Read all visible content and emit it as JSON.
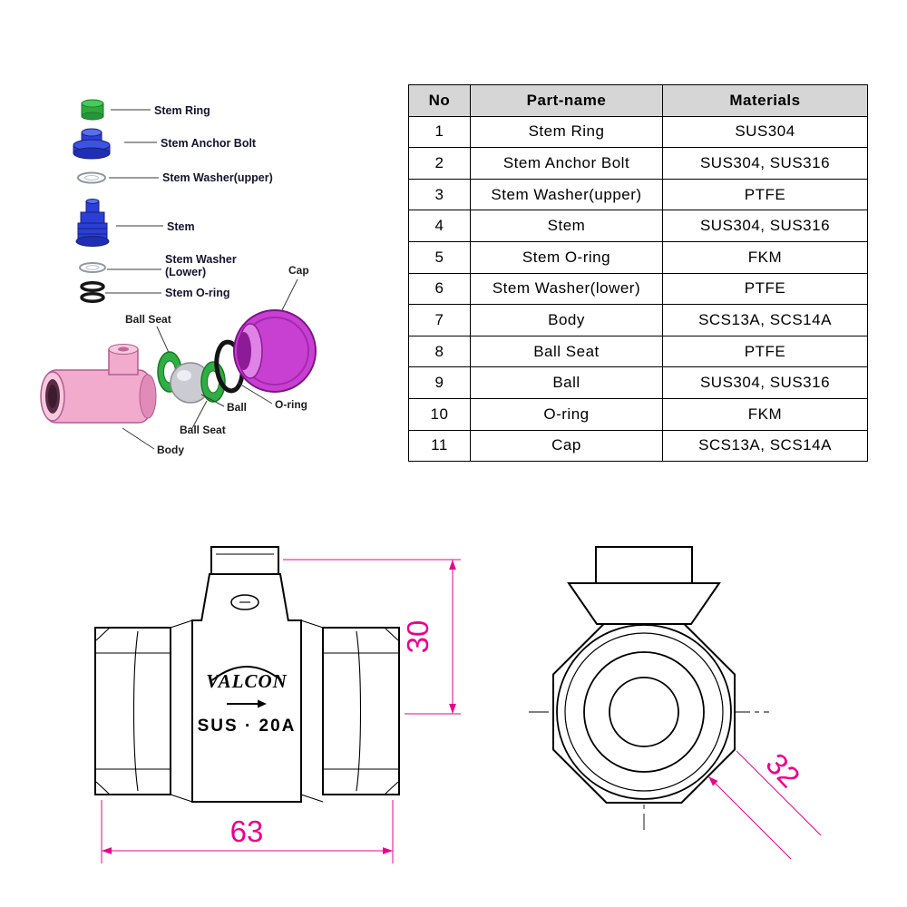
{
  "exploded": {
    "labels": {
      "stem_ring": "Stem Ring",
      "stem_anchor_bolt": "Stem Anchor Bolt",
      "stem_washer_upper": "Stem Washer(upper)",
      "stem": "Stem",
      "stem_washer_lower_1": "Stem Washer",
      "stem_washer_lower_2": "(Lower)",
      "stem_oring": "Stem O-ring",
      "ball_seat_top": "Ball Seat",
      "cap": "Cap",
      "ball": "Ball",
      "oring": "O-ring",
      "ball_seat_bottom": "Ball Seat",
      "body": "Body"
    },
    "colors": {
      "green": "#2ea83c",
      "blue": "#2b3fd6",
      "cap_magenta": "#c840d2",
      "body_pink": "#f2abcd",
      "ball_gray": "#cbccd1",
      "oring_black": "#151515"
    }
  },
  "table": {
    "headers": [
      "No",
      "Part-name",
      "Materials"
    ],
    "rows": [
      {
        "no": "1",
        "part": "Stem Ring",
        "material": "SUS304"
      },
      {
        "no": "2",
        "part": "Stem Anchor Bolt",
        "material": "SUS304, SUS316"
      },
      {
        "no": "3",
        "part": "Stem Washer(upper)",
        "material": "PTFE"
      },
      {
        "no": "4",
        "part": "Stem",
        "material": "SUS304, SUS316"
      },
      {
        "no": "5",
        "part": "Stem O-ring",
        "material": "FKM"
      },
      {
        "no": "6",
        "part": "Stem Washer(lower)",
        "material": "PTFE"
      },
      {
        "no": "7",
        "part": "Body",
        "material": "SCS13A, SCS14A"
      },
      {
        "no": "8",
        "part": "Ball Seat",
        "material": "PTFE"
      },
      {
        "no": "9",
        "part": "Ball",
        "material": "SUS304, SUS316"
      },
      {
        "no": "10",
        "part": "O-ring",
        "material": "FKM"
      },
      {
        "no": "11",
        "part": "Cap",
        "material": "SCS13A, SCS14A"
      }
    ]
  },
  "drawing": {
    "logo": "VALCON",
    "model": "SUS · 20A",
    "dim_height": "30",
    "dim_length": "63",
    "dim_width": "32"
  },
  "colors": {
    "dimension": "#ec008c",
    "table_header_bg": "#d6d6d6"
  }
}
